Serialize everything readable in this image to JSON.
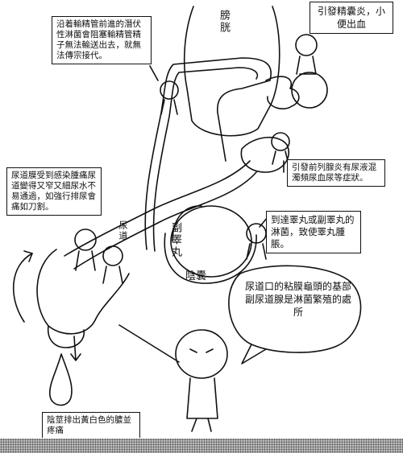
{
  "labels": {
    "bladder": "膀胱",
    "seminal_vesicle": "引發精囊炎，小便出血",
    "epididymis": "副睪丸",
    "scrotum": "陰囊",
    "urethra": "尿道"
  },
  "notes": {
    "vas_deferens": "沿着輸精管前進的潛伏性淋菌會阻塞輸精管精子無法輸送出去，就無法傳宗接代。",
    "prostate": "引發前列腺炎有尿液混濁頻尿血尿等症狀。",
    "urethra_pain": "尿道膜受到感染腫痛尿道變得又窄又細尿水不易通過，如強行排尿會痛如刀割。",
    "epididymitis": "到達睪丸或副睪丸的淋菌，致使睪丸腫脹。",
    "glands": "尿道口的粘膜龜頭的基部副尿道腺是淋菌繁殖的處所",
    "discharge": "陰莖排出黃白色的膿並疼痛"
  },
  "colors": {
    "ink": "#111111",
    "paper": "#ffffff",
    "dither": "#bdbdbd"
  }
}
